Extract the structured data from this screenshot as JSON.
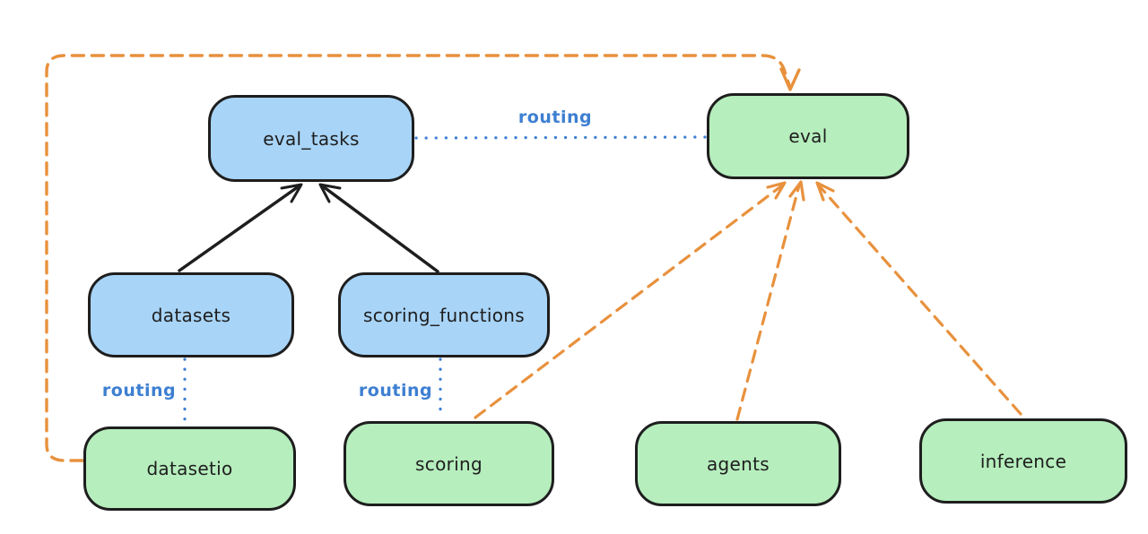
{
  "diagram": {
    "background": "#ffffff",
    "colors": {
      "node_blue_fill": "#a8d4f7",
      "node_green_fill": "#b6eebd",
      "node_stroke": "#1e1e1e",
      "dependency_arrow_black": "#1e1e1e",
      "provider_arrow_orange": "#e8913d",
      "routing_blue": "#3d7fd1"
    },
    "nodes": [
      {
        "id": "eval_tasks",
        "label": "eval_tasks",
        "variant": "blue"
      },
      {
        "id": "eval",
        "label": "eval",
        "variant": "green"
      },
      {
        "id": "datasets",
        "label": "datasets",
        "variant": "blue"
      },
      {
        "id": "scoring_functions",
        "label": "scoring_functions",
        "variant": "blue"
      },
      {
        "id": "datasetio",
        "label": "datasetio",
        "variant": "green"
      },
      {
        "id": "scoring",
        "label": "scoring",
        "variant": "green"
      },
      {
        "id": "agents",
        "label": "agents",
        "variant": "green"
      },
      {
        "id": "inference",
        "label": "inference",
        "variant": "green"
      }
    ],
    "edges": [
      {
        "from": "eval_tasks",
        "to": "eval",
        "type": "routing",
        "style": "dotted",
        "color": "#3d7fd1",
        "label": "routing"
      },
      {
        "from": "datasets",
        "to": "datasetio",
        "type": "routing",
        "style": "dotted",
        "color": "#3d7fd1",
        "label": "routing"
      },
      {
        "from": "scoring_functions",
        "to": "scoring",
        "type": "routing",
        "style": "dotted",
        "color": "#3d7fd1",
        "label": "routing"
      },
      {
        "from": "datasets",
        "to": "eval_tasks",
        "type": "dependency",
        "style": "solid",
        "color": "#1e1e1e"
      },
      {
        "from": "scoring_functions",
        "to": "eval_tasks",
        "type": "dependency",
        "style": "solid",
        "color": "#1e1e1e"
      },
      {
        "from": "datasetio",
        "to": "eval",
        "type": "dependency",
        "style": "dashed",
        "color": "#e8913d"
      },
      {
        "from": "scoring",
        "to": "eval",
        "type": "dependency",
        "style": "dashed",
        "color": "#e8913d"
      },
      {
        "from": "agents",
        "to": "eval",
        "type": "dependency",
        "style": "dashed",
        "color": "#e8913d"
      },
      {
        "from": "inference",
        "to": "eval",
        "type": "dependency",
        "style": "dashed",
        "color": "#e8913d"
      }
    ]
  }
}
